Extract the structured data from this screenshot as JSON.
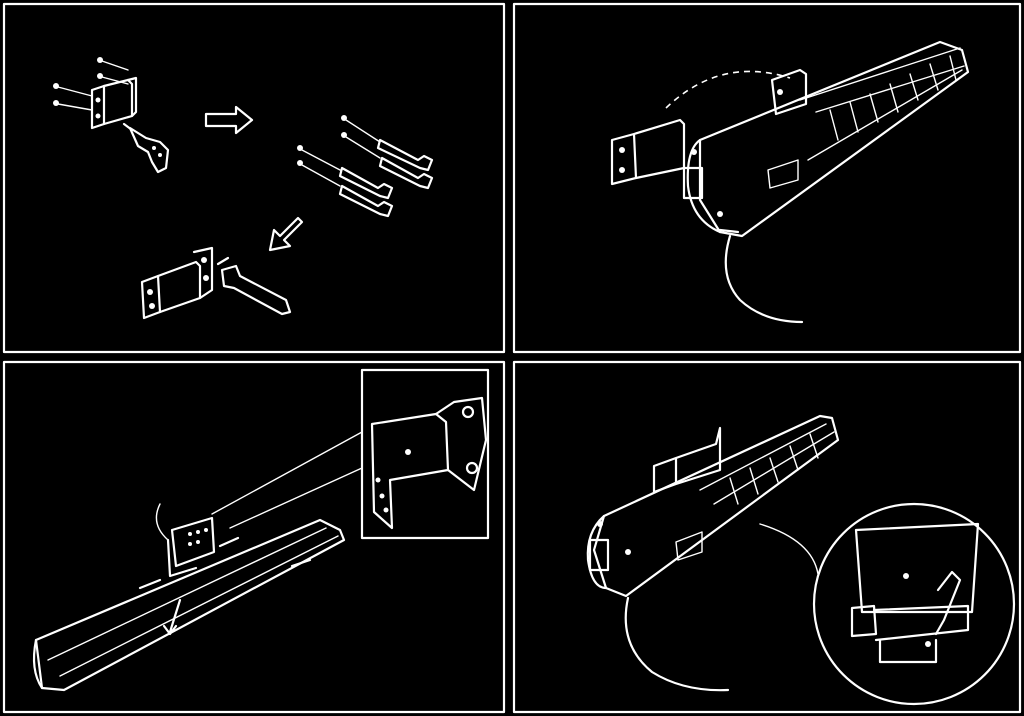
{
  "figure": {
    "panels": [
      {
        "id": "panel-1",
        "content": "bracket-mounting-hardware"
      },
      {
        "id": "panel-2",
        "content": "heater-on-wall-bracket"
      },
      {
        "id": "panel-3",
        "content": "bracket-attached-to-heater-with-detail"
      },
      {
        "id": "panel-4",
        "content": "heater-mounted-with-circular-detail"
      }
    ],
    "icons": [
      "screw-icon",
      "drill-icon",
      "arrow-right-icon",
      "arrow-down-left-icon",
      "wall-anchor-icon",
      "bracket-icon",
      "wrench-icon",
      "heater-icon",
      "power-cord-icon",
      "magnifier-detail-icon"
    ]
  }
}
